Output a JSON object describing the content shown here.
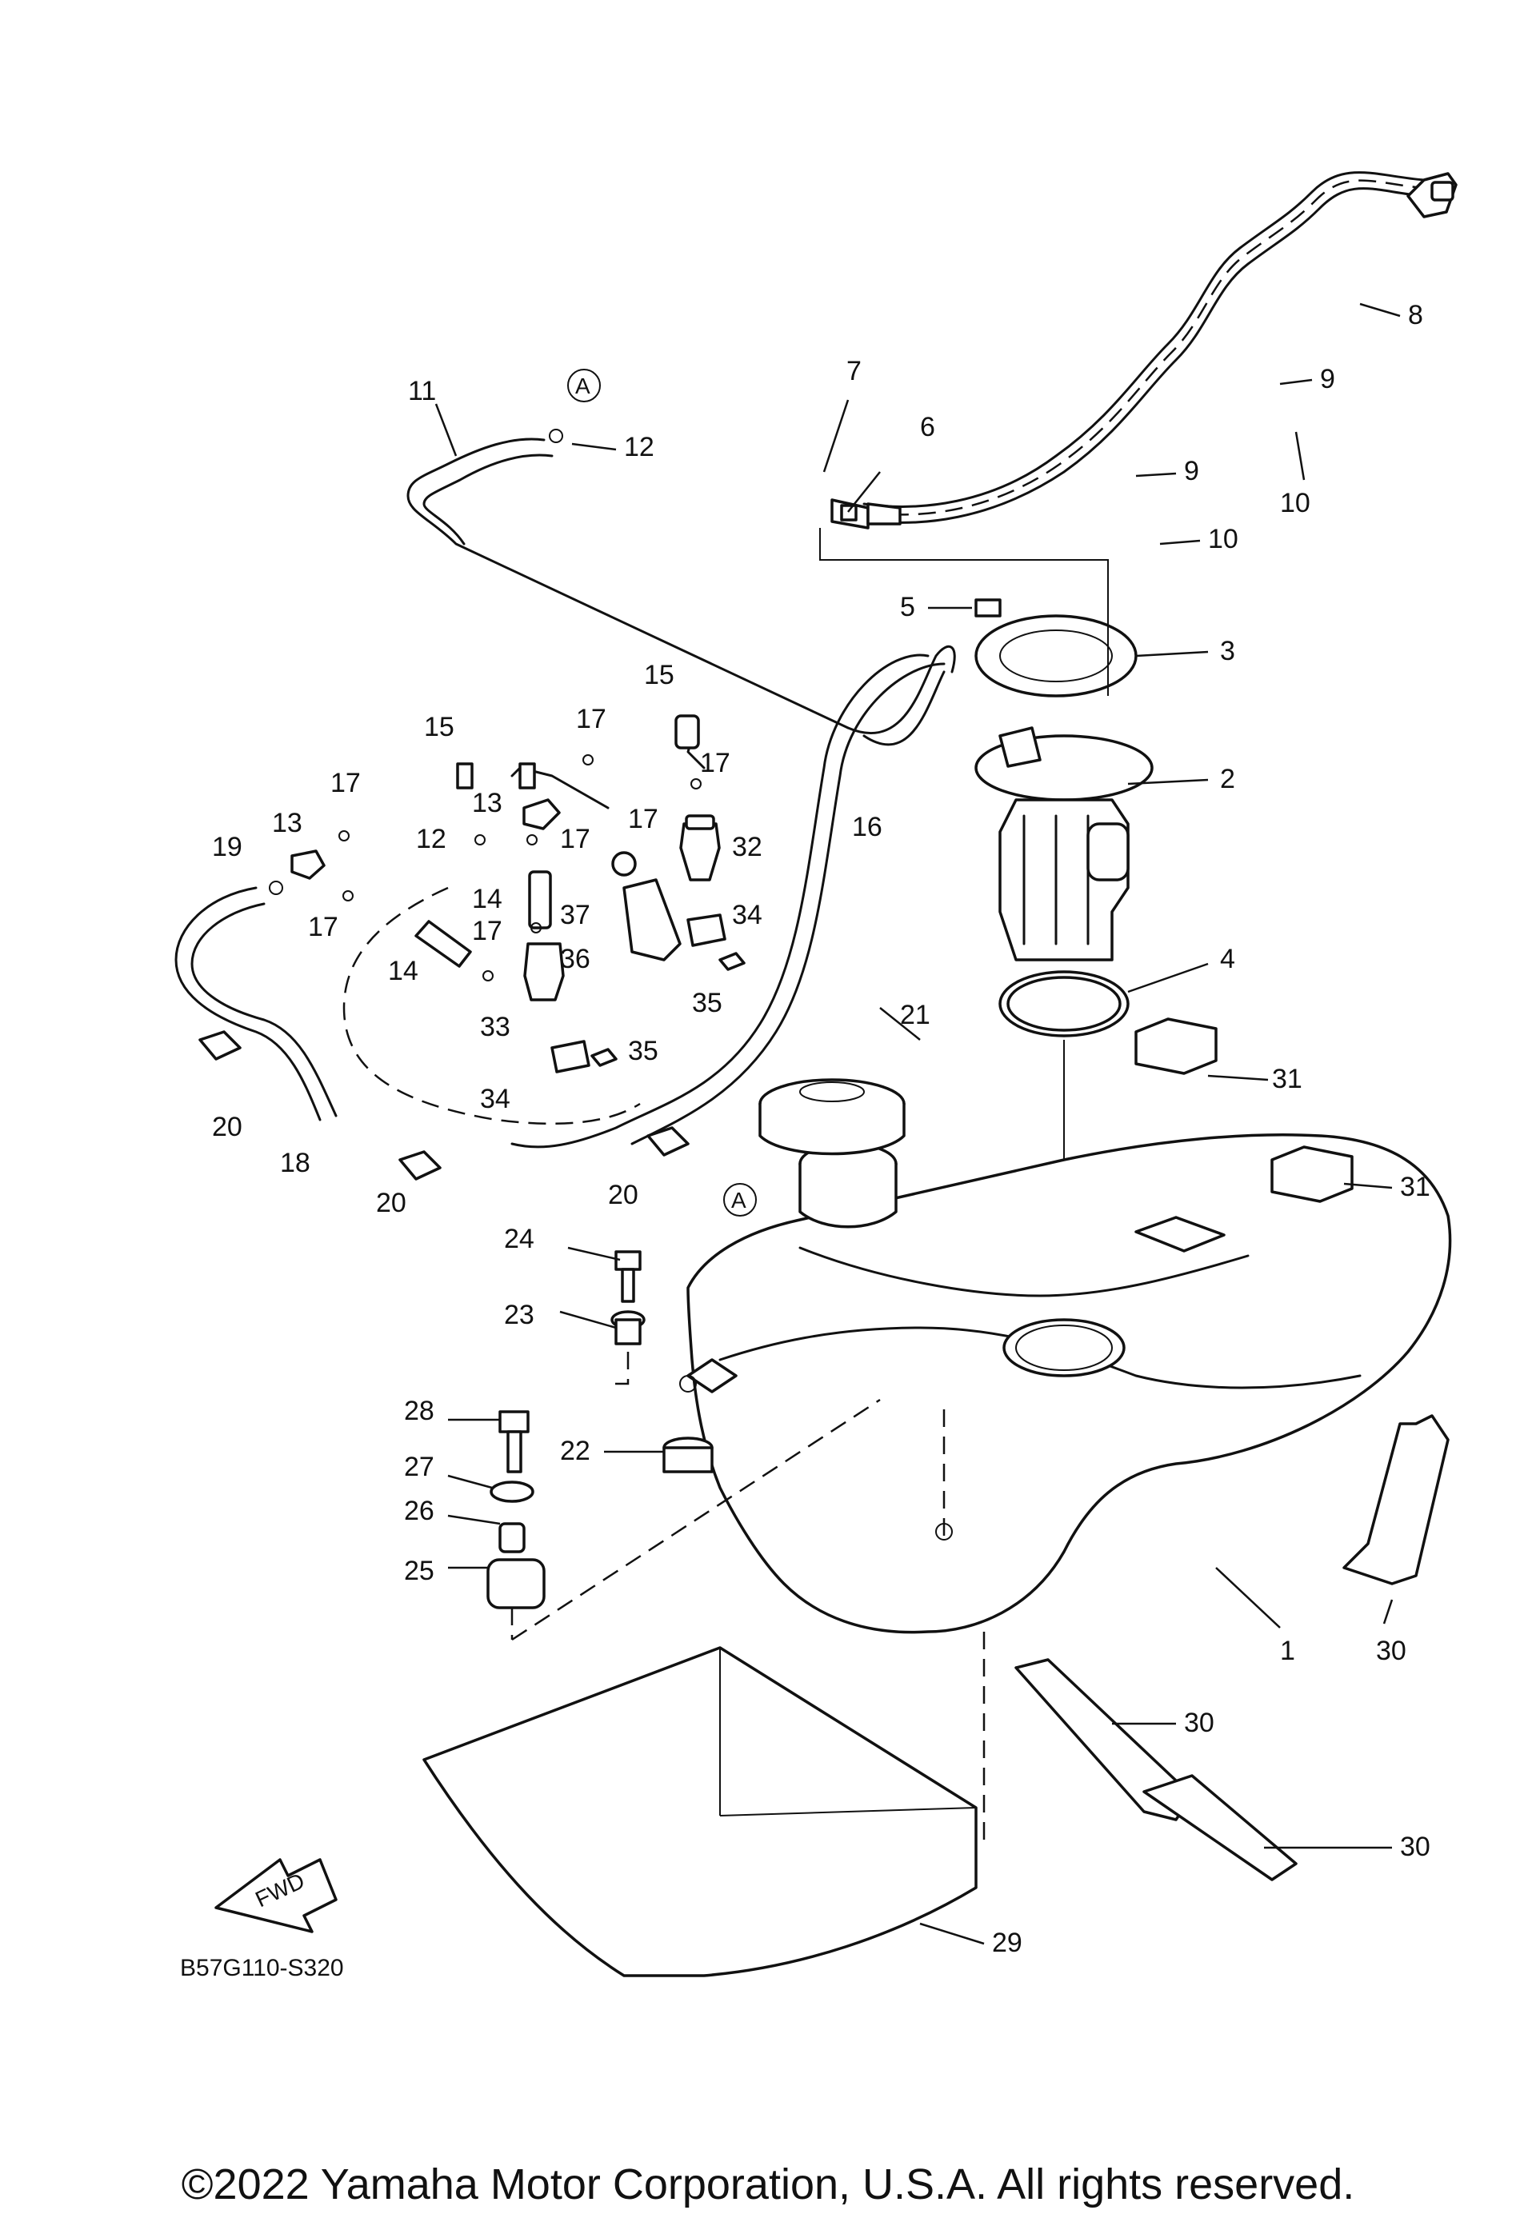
{
  "diagram": {
    "callouts": [
      "1",
      "2",
      "3",
      "4",
      "5",
      "6",
      "7",
      "8",
      "9",
      "9",
      "10",
      "10",
      "11",
      "12",
      "12",
      "13",
      "13",
      "14",
      "14",
      "15",
      "15",
      "16",
      "17",
      "17",
      "17",
      "17",
      "17",
      "17",
      "17",
      "18",
      "19",
      "20",
      "20",
      "20",
      "21",
      "22",
      "23",
      "24",
      "25",
      "26",
      "27",
      "28",
      "29",
      "30",
      "30",
      "30",
      "31",
      "31",
      "32",
      "33",
      "34",
      "34",
      "35",
      "35",
      "36",
      "37"
    ],
    "ref_marker": "A",
    "fwd_label": "FWD",
    "drawing_code": "B57G110-S320",
    "copyright": "©2022 Yamaha Motor Corporation, U.S.A. All rights reserved."
  }
}
